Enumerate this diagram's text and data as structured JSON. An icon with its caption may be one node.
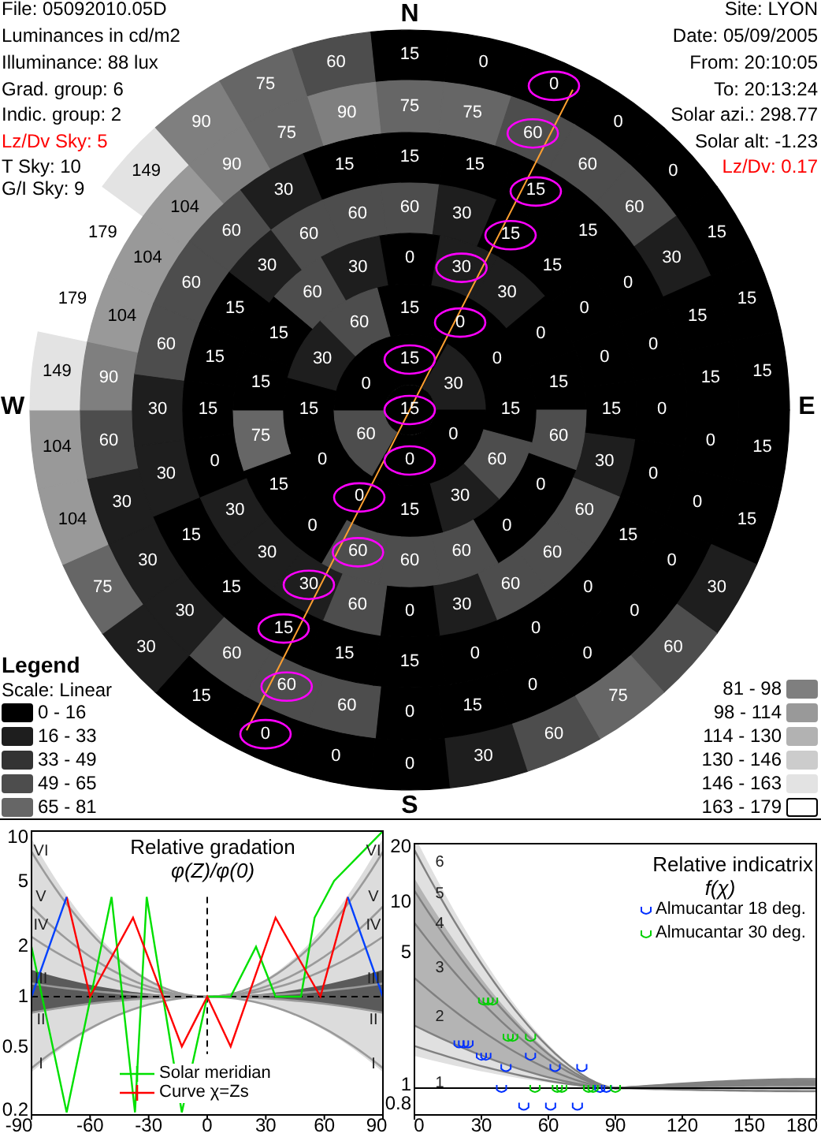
{
  "diagram": {
    "labels": [
      "File: 05092010.05D",
      "Luminances in cd/m2",
      "Illuminance: 88 lux",
      "Grad. group: 6",
      "Indic. group: 2",
      "Lz/Dv Sky: 5",
      "T Sky: 10",
      "G/I Sky: 9",
      "Site: LYON",
      "Date: 05/09/2005",
      "From: 20:10:05",
      "To: 20:13:24",
      "Solar azi.: 298.77",
      "Solar alt: -1.23",
      "Lz/Dv: 0.17",
      "N",
      "W",
      "E",
      "S",
      "15",
      "0",
      "0",
      "0",
      "0",
      "15",
      "15",
      "15",
      "15",
      "15",
      "30",
      "60",
      "75",
      "60",
      "30",
      "0",
      "0",
      "0",
      "15",
      "30",
      "75",
      "104",
      "104",
      "149",
      "179",
      "179",
      "149",
      "90",
      "75",
      "60",
      "75",
      "75",
      "60",
      "60",
      "60",
      "30",
      "15",
      "15",
      "0",
      "0",
      "0",
      "0",
      "0",
      "0",
      "15",
      "0",
      "60",
      "60",
      "60",
      "30",
      "30",
      "30",
      "60",
      "90",
      "104",
      "104",
      "104",
      "90",
      "75",
      "90",
      "15",
      "15",
      "15",
      "15",
      "0",
      "0",
      "0",
      "0",
      "15",
      "0",
      "0",
      "0",
      "15",
      "15",
      "15",
      "15",
      "15",
      "30",
      "30",
      "60",
      "60",
      "60",
      "30",
      "15",
      "60",
      "30",
      "15",
      "15",
      "0",
      "0",
      "15",
      "30",
      "60",
      "60",
      "60",
      "30",
      "0",
      "60",
      "30",
      "30",
      "30",
      "0",
      "15",
      "15",
      "15",
      "30",
      "60",
      "60",
      "0",
      "30",
      "30",
      "0",
      "15",
      "60",
      "0",
      "0",
      "60",
      "60",
      "60",
      "0",
      "15",
      "75",
      "15",
      "15",
      "60",
      "30",
      "15",
      "0",
      "0",
      "15",
      "60",
      "30",
      "15",
      "0",
      "0",
      "15",
      "30",
      "60",
      "15",
      "30",
      "0",
      "0",
      "60",
      "0",
      "15",
      "Legend",
      "Scale: Linear",
      "Relative gradation",
      "φ(Z)/φ(0)",
      "VI",
      "V",
      "IV",
      "III",
      "II",
      "I",
      "VI",
      "V",
      "IV",
      "III",
      "II",
      "I",
      "10",
      "5",
      "2",
      "1",
      "0.5",
      "0.2",
      "-90",
      "-60",
      "-30",
      "0",
      "30",
      "60",
      "90",
      "Relative indicatrix",
      "f(χ)",
      "6",
      "5",
      "4",
      "3",
      "2",
      "1",
      "20",
      "10",
      "5",
      "1",
      "0.8",
      "0",
      "30",
      "60",
      "90",
      "120",
      "150",
      "180"
    ],
    "legend": [
      {
        "text": "0 - 16",
        "color": "#000000"
      },
      {
        "text": "16 - 33",
        "color": "#1e1e1e"
      },
      {
        "text": "33 - 49",
        "color": "#333333"
      },
      {
        "text": "49 - 65",
        "color": "#4d4d4d"
      },
      {
        "text": "65 - 81",
        "color": "#666666"
      },
      {
        "text": "81 - 98",
        "color": "#7f7f7f"
      },
      {
        "text": "98 - 114",
        "color": "#999999"
      },
      {
        "text": "114 - 130",
        "color": "#b2b2b2"
      },
      {
        "text": "130 - 146",
        "color": "#cccccc"
      },
      {
        "text": "146 - 163",
        "color": "#e3e3e3"
      },
      {
        "text": "163 - 179",
        "color": "#ffffff"
      },
      {
        "text": "Solar meridian"
      },
      {
        "text": "Curve χ=Zs"
      },
      {
        "text": "Almucantar 18 deg."
      },
      {
        "text": "Almucantar 30 deg."
      }
    ]
  }
}
